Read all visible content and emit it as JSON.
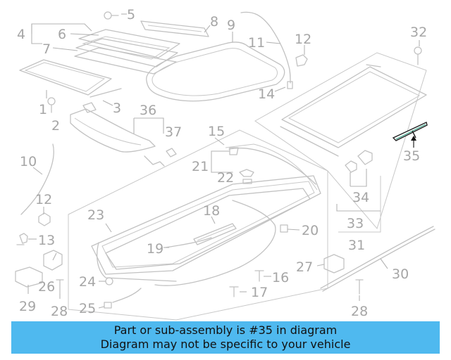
{
  "diagram": {
    "highlighted_part": "35",
    "callouts": {
      "c1": "1",
      "c2": "2",
      "c3": "3",
      "c4": "4",
      "c5": "5",
      "c6": "6",
      "c7": "7",
      "c8": "8",
      "c9": "9",
      "c10": "10",
      "c11": "11",
      "c12a": "12",
      "c12b": "12",
      "c13": "13",
      "c14": "14",
      "c15": "15",
      "c16": "16",
      "c17": "17",
      "c18": "18",
      "c19": "19",
      "c20": "20",
      "c21": "21",
      "c22": "22",
      "c23": "23",
      "c24": "24",
      "c25": "25",
      "c26": "26",
      "c27": "27",
      "c28a": "28",
      "c28b": "28",
      "c29": "29",
      "c30": "30",
      "c31": "31",
      "c32": "32",
      "c33": "33",
      "c34": "34",
      "c35": "35",
      "c36": "36",
      "c37": "37"
    },
    "colors": {
      "accent": "#4fb9ef",
      "line": "#c2c2c2",
      "label": "#a6a6a6",
      "highlight": "#111111"
    }
  },
  "banner": {
    "line1": "Part or sub-assembly is #35 in diagram",
    "line2": "Diagram may not be specific to your vehicle"
  }
}
